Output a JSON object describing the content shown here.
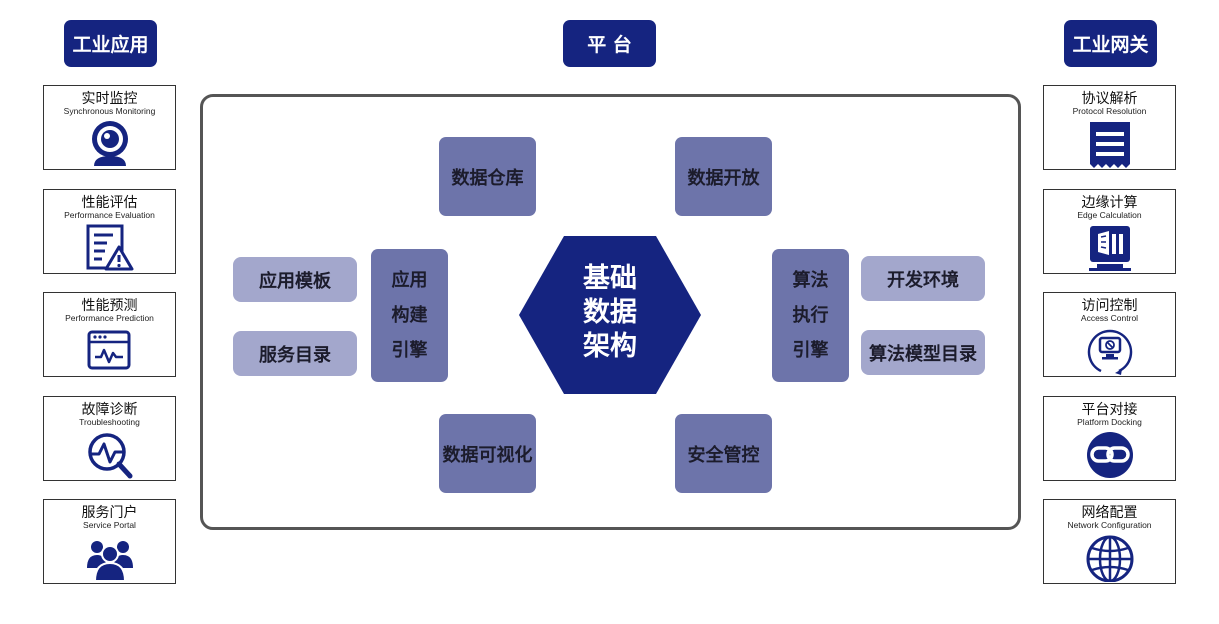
{
  "headers": {
    "left": "工业应用",
    "center": "平 台",
    "right": "工业网关"
  },
  "left_cards": [
    {
      "zh": "实时监控",
      "en": "Synchronous Monitoring",
      "icon": "webcam-icon"
    },
    {
      "zh": "性能评估",
      "en": "Performance Evaluation",
      "icon": "report-warning-icon"
    },
    {
      "zh": "性能预测",
      "en": "Performance Prediction",
      "icon": "browser-chart-icon"
    },
    {
      "zh": "故障诊断",
      "en": "Troubleshooting",
      "icon": "diagnosis-icon"
    },
    {
      "zh": "服务门户",
      "en": "Service Portal",
      "icon": "users-icon"
    }
  ],
  "right_cards": [
    {
      "zh": "协议解析",
      "en": "Protocol Resolution",
      "icon": "document-icon"
    },
    {
      "zh": "边缘计算",
      "en": "Edge Calculation",
      "icon": "edge-device-icon"
    },
    {
      "zh": "访问控制",
      "en": "Access Control",
      "icon": "access-control-icon"
    },
    {
      "zh": "平台对接",
      "en": "Platform Docking",
      "icon": "link-icon"
    },
    {
      "zh": "网络配置",
      "en": "Network Configuration",
      "icon": "globe-icon"
    }
  ],
  "platform": {
    "top_left": "数据仓库",
    "top_right": "数据开放",
    "bottom_left": "数据可视化",
    "bottom_right": "安全管控",
    "left_pills": [
      "应用模板",
      "服务目录"
    ],
    "left_engine": [
      "应用",
      "构建",
      "引擎"
    ],
    "right_engine": [
      "算法",
      "执行",
      "引擎"
    ],
    "right_pills": [
      "开发环境",
      "算法模型目录"
    ],
    "core": [
      "基础",
      "数据",
      "架构"
    ]
  },
  "colors": {
    "navy": "#152480",
    "box": "#6d74aa",
    "pill": "#a3a7cc"
  }
}
